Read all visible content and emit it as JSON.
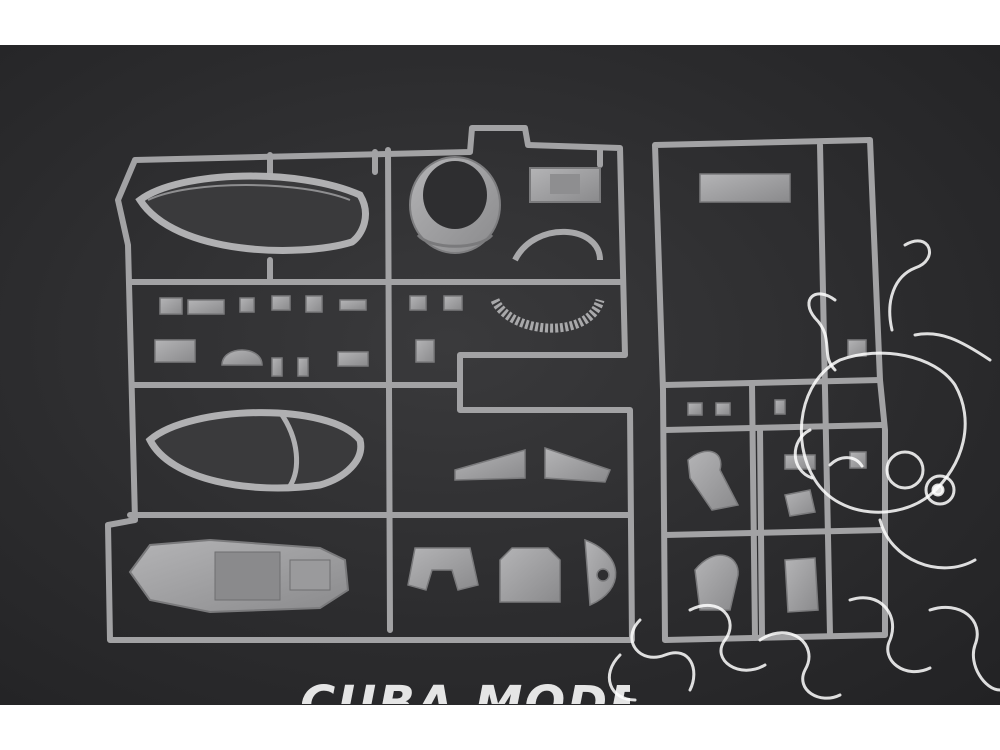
{
  "photo": {
    "subject": "plastic-model-kit-sprues",
    "background_color": "#2b2b2d",
    "plastic_color": "#9c9c9e"
  },
  "watermark": {
    "text": "CUBA MODEL",
    "color": "#ffffff",
    "mascot_icon": "cartoon-creature-outline"
  }
}
